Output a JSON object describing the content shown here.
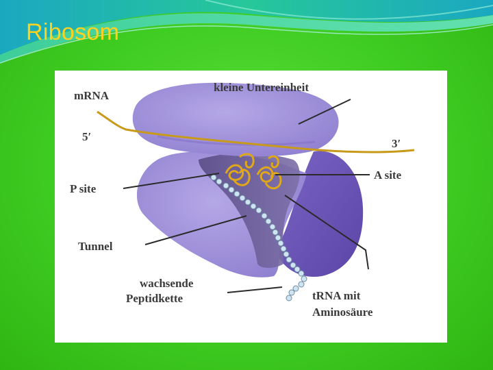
{
  "slide": {
    "title": "Ribosom"
  },
  "diagram": {
    "labels": {
      "mrna": "mRNA",
      "small_subunit": "kleine Untereinheit",
      "five_prime": "5′",
      "three_prime": "3′",
      "p_site": "P site",
      "a_site": "A site",
      "tunnel": "Tunnel",
      "peptide_line1": "wachsende",
      "peptide_line2": "Peptidkette",
      "trna_line1": "tRNA mit",
      "trna_line2": "Aminosäure"
    }
  },
  "colors": {
    "background": "#3fcc22",
    "title": "#ffd21f",
    "ribosome_light": "#a596dc",
    "ribosome_dark": "#6a54b4",
    "mrna": "#c89a1a",
    "peptide": "#cfe4f2"
  }
}
